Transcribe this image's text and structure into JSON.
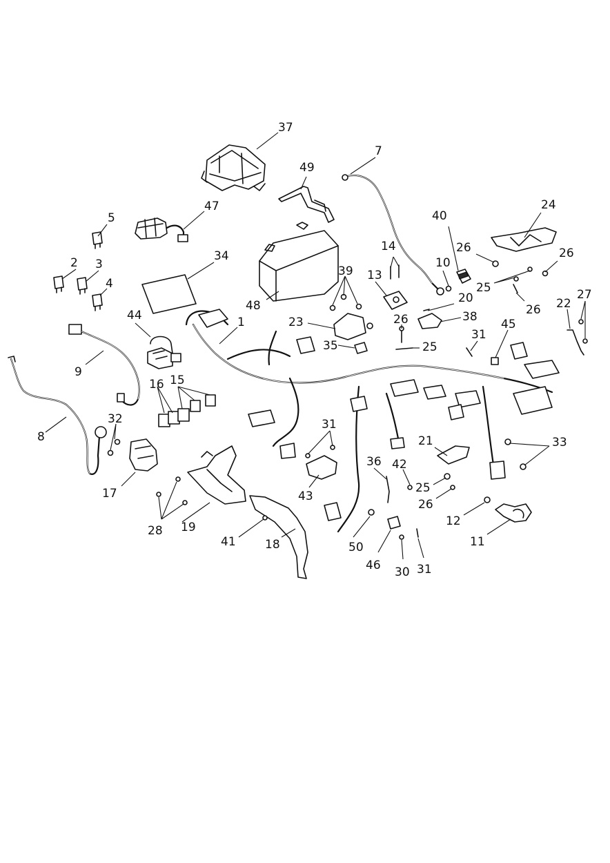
{
  "diagram": {
    "type": "exploded-parts-diagram",
    "callouts": [
      {
        "id": "c1",
        "label": "1"
      },
      {
        "id": "c2",
        "label": "2"
      },
      {
        "id": "c3",
        "label": "3"
      },
      {
        "id": "c4",
        "label": "4"
      },
      {
        "id": "c5",
        "label": "5"
      },
      {
        "id": "c7",
        "label": "7"
      },
      {
        "id": "c8",
        "label": "8"
      },
      {
        "id": "c9",
        "label": "9"
      },
      {
        "id": "c10",
        "label": "10"
      },
      {
        "id": "c11",
        "label": "11"
      },
      {
        "id": "c12",
        "label": "12"
      },
      {
        "id": "c13",
        "label": "13"
      },
      {
        "id": "c14",
        "label": "14"
      },
      {
        "id": "c15",
        "label": "15"
      },
      {
        "id": "c16",
        "label": "16"
      },
      {
        "id": "c17",
        "label": "17"
      },
      {
        "id": "c18",
        "label": "18"
      },
      {
        "id": "c19",
        "label": "19"
      },
      {
        "id": "c20",
        "label": "20"
      },
      {
        "id": "c21",
        "label": "21"
      },
      {
        "id": "c22",
        "label": "22"
      },
      {
        "id": "c23",
        "label": "23"
      },
      {
        "id": "c24",
        "label": "24"
      },
      {
        "id": "c25a",
        "label": "25"
      },
      {
        "id": "c25b",
        "label": "25"
      },
      {
        "id": "c25c",
        "label": "25"
      },
      {
        "id": "c26a",
        "label": "26"
      },
      {
        "id": "c26b",
        "label": "26"
      },
      {
        "id": "c26c",
        "label": "26"
      },
      {
        "id": "c26d",
        "label": "26"
      },
      {
        "id": "c26e",
        "label": "26"
      },
      {
        "id": "c27",
        "label": "27"
      },
      {
        "id": "c28",
        "label": "28"
      },
      {
        "id": "c30",
        "label": "30"
      },
      {
        "id": "c31a",
        "label": "31"
      },
      {
        "id": "c31b",
        "label": "31"
      },
      {
        "id": "c31c",
        "label": "31"
      },
      {
        "id": "c32",
        "label": "32"
      },
      {
        "id": "c33",
        "label": "33"
      },
      {
        "id": "c34",
        "label": "34"
      },
      {
        "id": "c35",
        "label": "35"
      },
      {
        "id": "c36",
        "label": "36"
      },
      {
        "id": "c37",
        "label": "37"
      },
      {
        "id": "c38",
        "label": "38"
      },
      {
        "id": "c39",
        "label": "39"
      },
      {
        "id": "c40",
        "label": "40"
      },
      {
        "id": "c41",
        "label": "41"
      },
      {
        "id": "c42",
        "label": "42"
      },
      {
        "id": "c43",
        "label": "43"
      },
      {
        "id": "c44",
        "label": "44"
      },
      {
        "id": "c45",
        "label": "45"
      },
      {
        "id": "c46",
        "label": "46"
      },
      {
        "id": "c47",
        "label": "47"
      },
      {
        "id": "c48",
        "label": "48"
      },
      {
        "id": "c49",
        "label": "49"
      },
      {
        "id": "c50",
        "label": "50"
      }
    ]
  }
}
